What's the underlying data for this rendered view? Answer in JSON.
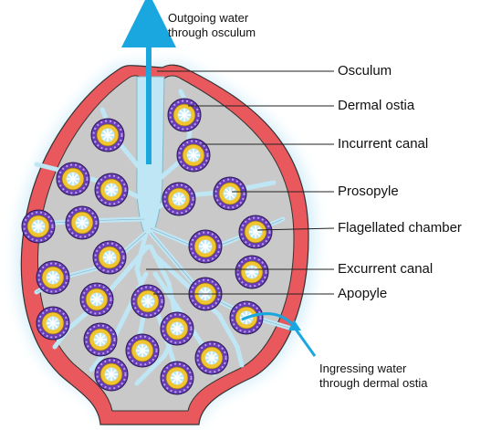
{
  "diagram": {
    "labels": {
      "outgoing_line1": "Outgoing water",
      "outgoing_line2": "through osculum",
      "osculum": "Osculum",
      "dermal_ostia": "Dermal ostia",
      "incurrent_canal": "Incurrent canal",
      "prosopyle": "Prosopyle",
      "flagellated_chamber": "Flagellated chamber",
      "excurrent_canal": "Excurrent canal",
      "apopyle": "Apopyle",
      "ingressing_line1": "Ingressing water",
      "ingressing_line2": "through dermal ostia"
    },
    "colors": {
      "body_wall": "#e8585c",
      "mesohyl": "#c9c9c9",
      "canal": "#bfe6f5",
      "chamber_outer": "#6a3db8",
      "chamber_ring": "#f2c530",
      "chamber_center": "#bfe9f7",
      "flow_arrow": "#1aa7e0",
      "leader_line": "#222222",
      "glow": "#bfe6f7"
    }
  }
}
